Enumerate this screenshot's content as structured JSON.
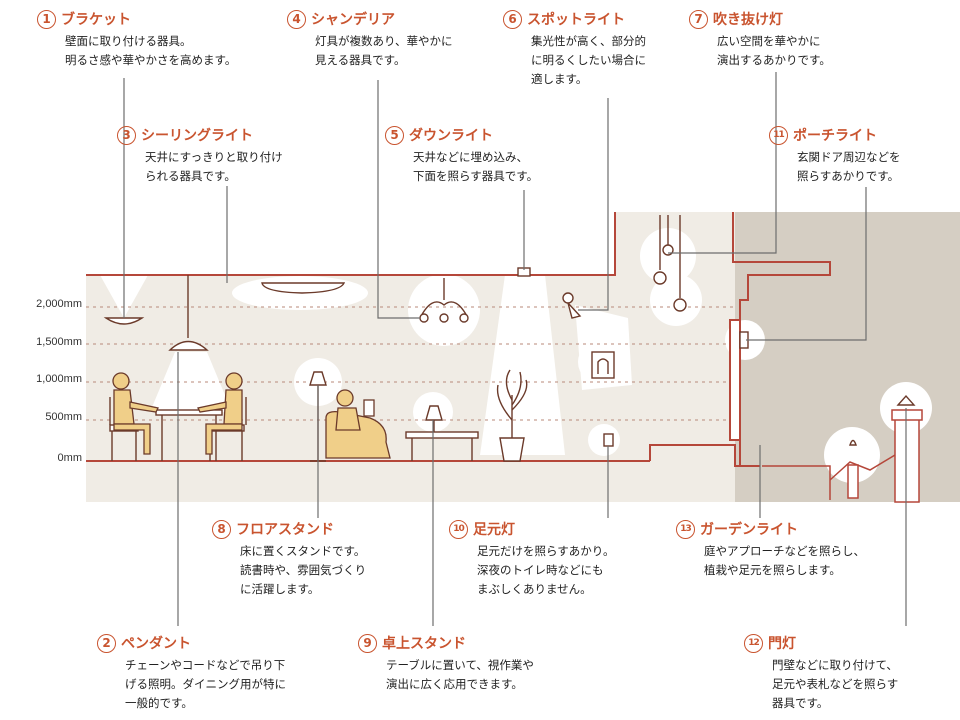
{
  "colors": {
    "accent": "#c9542f",
    "wall": "#f0ece5",
    "exterior": "#d5cec3",
    "figure": "#f0cf89",
    "outline": "#6b3a2a",
    "line": "#777777"
  },
  "scale_labels": [
    "2,000mm",
    "1,500mm",
    "1,000mm",
    "500mm",
    "0mm"
  ],
  "items": [
    {
      "num": "1",
      "title": "ブラケット",
      "desc": [
        "壁面に取り付ける器具。",
        "明るさ感や華やかさを高めます。"
      ]
    },
    {
      "num": "2",
      "title": "ペンダント",
      "desc": [
        "チェーンやコードなどで吊り下",
        "げる照明。ダイニング用が特に",
        "一般的です。"
      ]
    },
    {
      "num": "3",
      "title": "シーリングライト",
      "desc": [
        "天井にすっきりと取り付け",
        "られる器具です。"
      ]
    },
    {
      "num": "4",
      "title": "シャンデリア",
      "desc": [
        "灯具が複数あり、華やかに",
        "見える器具です。"
      ]
    },
    {
      "num": "5",
      "title": "ダウンライト",
      "desc": [
        "天井などに埋め込み、",
        "下面を照らす器具です。"
      ]
    },
    {
      "num": "6",
      "title": "スポットライト",
      "desc": [
        "集光性が高く、部分的",
        "に明るくしたい場合に",
        "適します。"
      ]
    },
    {
      "num": "7",
      "title": "吹き抜け灯",
      "desc": [
        "広い空間を華やかに",
        "演出するあかりです。"
      ]
    },
    {
      "num": "8",
      "title": "フロアスタンド",
      "desc": [
        "床に置くスタンドです。",
        "読書時や、雰囲気づくり",
        "に活躍します。"
      ]
    },
    {
      "num": "9",
      "title": "卓上スタンド",
      "desc": [
        "テーブルに置いて、視作業や",
        "演出に広く応用できます。"
      ]
    },
    {
      "num": "10",
      "title": "足元灯",
      "desc": [
        "足元だけを照らすあかり。",
        "深夜のトイレ時などにも",
        "まぶしくありません。"
      ]
    },
    {
      "num": "11",
      "title": "ポーチライト",
      "desc": [
        "玄関ドア周辺などを",
        "照らすあかりです。"
      ]
    },
    {
      "num": "12",
      "title": "門灯",
      "desc": [
        "門壁などに取り付けて、",
        "足元や表札などを照らす",
        "器具です。"
      ]
    },
    {
      "num": "13",
      "title": "ガーデンライト",
      "desc": [
        "庭やアプローチなどを照らし、",
        "植栽や足元を照らします。"
      ]
    }
  ]
}
